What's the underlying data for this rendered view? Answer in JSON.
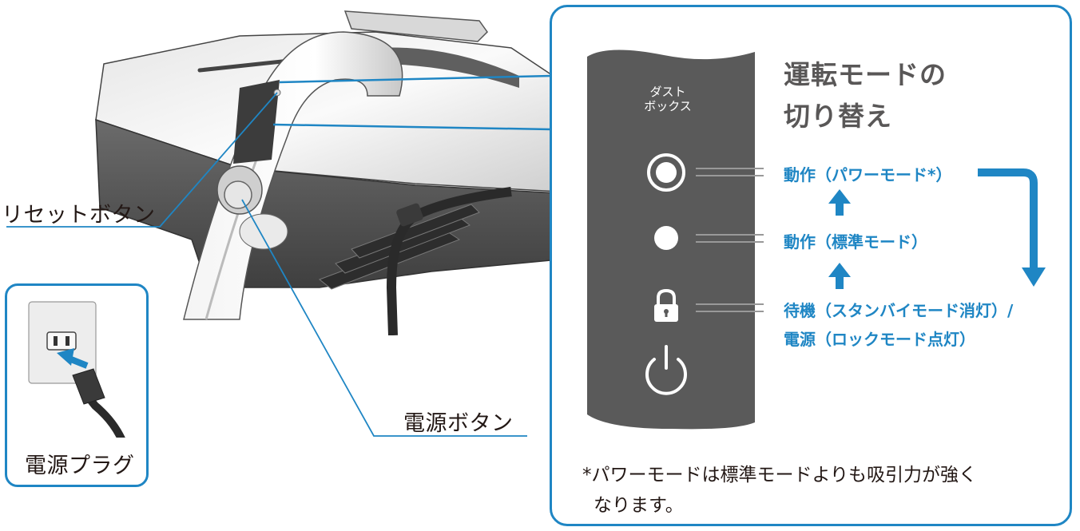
{
  "callouts": {
    "reset_button": "リセットボタン",
    "power_button": "電源ボタン",
    "power_plug": "電源プラグ"
  },
  "panel": {
    "title_line1": "運転モードの",
    "title_line2": "切り替え",
    "strip_label_line1": "ダスト",
    "strip_label_line2": "ボックス",
    "modes": [
      {
        "label": "動作（パワーモード*）",
        "icon": "ring-led-icon"
      },
      {
        "label": "動作（標準モード）",
        "icon": "dot-led-icon"
      },
      {
        "label": "待機（スタンバイモード消灯）/",
        "label2": "電源（ロックモード点灯）",
        "icon": "lock-icon"
      }
    ],
    "power_icon": "power-icon",
    "footnote_line1": "*パワーモードは標準モードよりも吸引力が強く",
    "footnote_line2": "なります。"
  },
  "colors": {
    "accent": "#1f86c4",
    "strip": "#5a5a5a",
    "title": "#595757"
  }
}
